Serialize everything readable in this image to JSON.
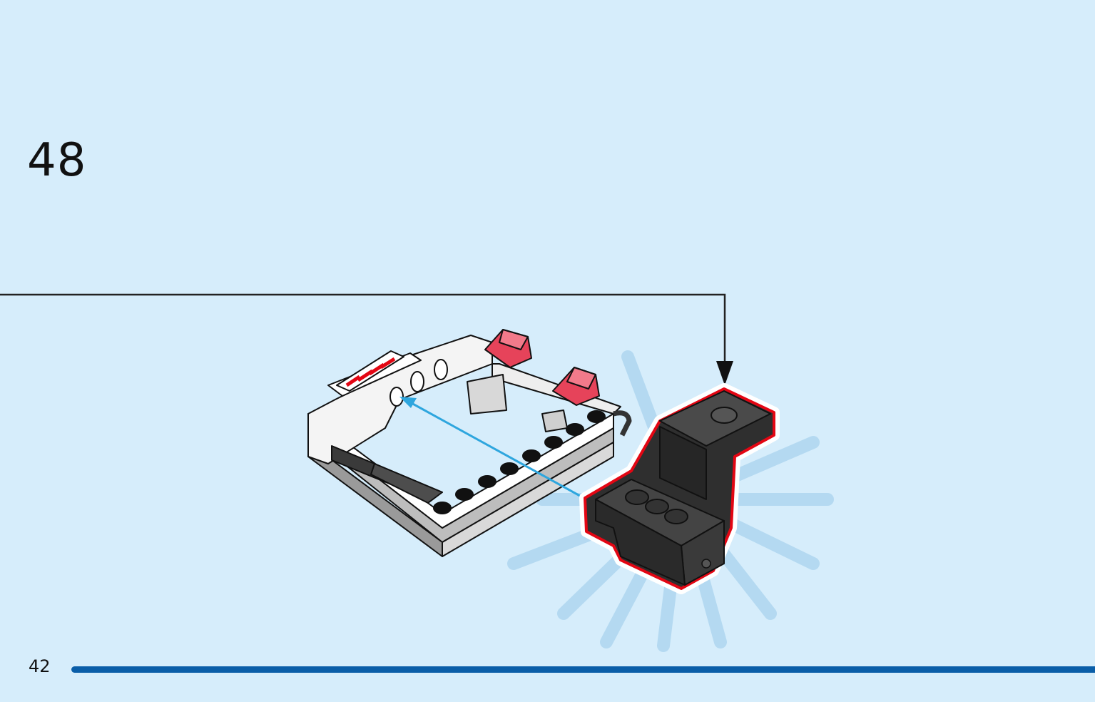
{
  "step": {
    "number": "48"
  },
  "page": {
    "number": "42"
  },
  "colors": {
    "background": "#d6edfb",
    "progress": "#0a5ea8",
    "highlight": "#e30613",
    "arrow": "#2ea6de",
    "part": "#3a3a3a"
  },
  "icons": {
    "assembly": "build-model-illustration",
    "new_part": "black-bracket-part",
    "insert_arrow": "insertion-arrow",
    "callout_arrow": "callout-arrow"
  }
}
